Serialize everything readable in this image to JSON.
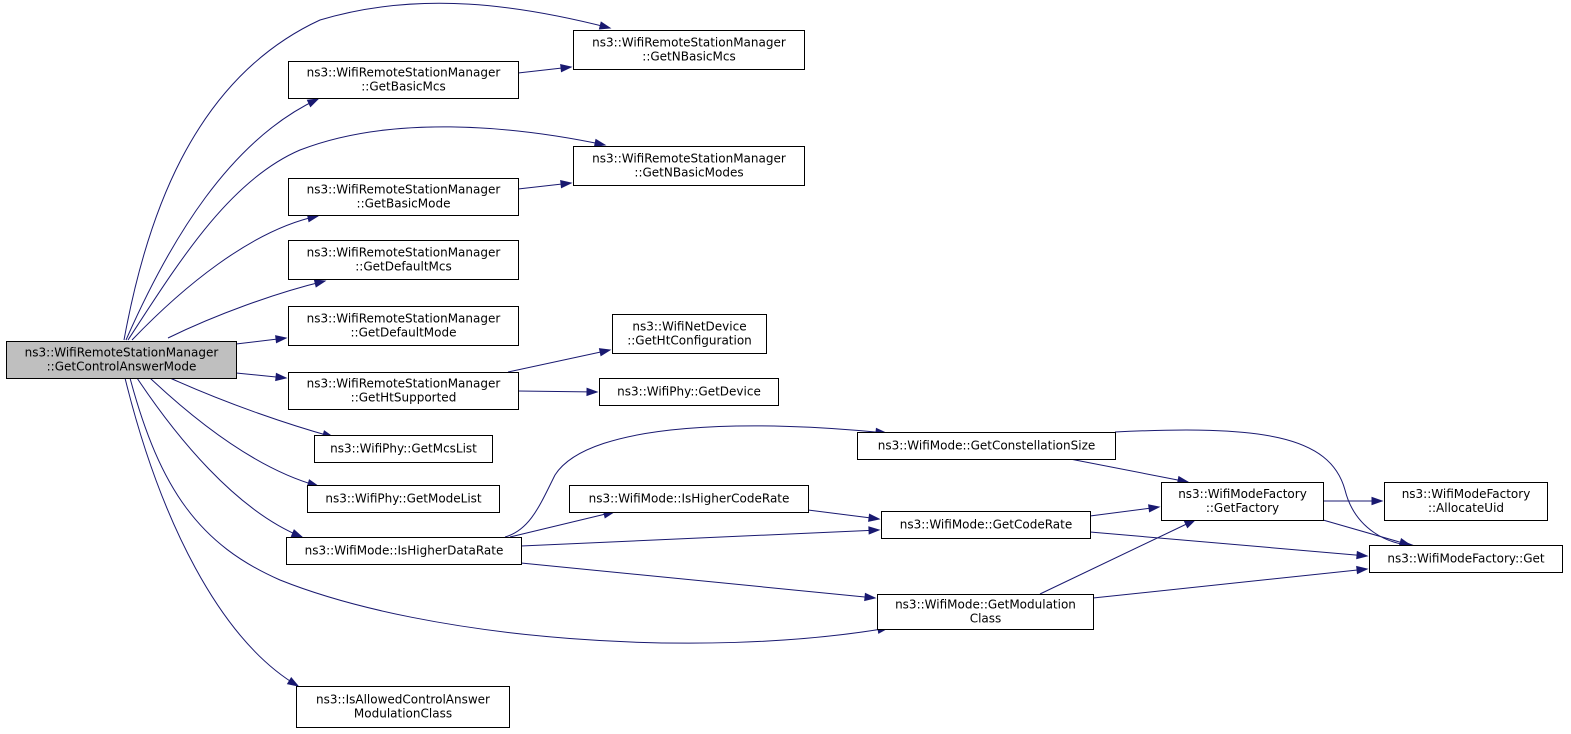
{
  "nodes": {
    "root": [
      "ns3::WifiRemoteStationManager",
      "::GetControlAnswerMode"
    ],
    "get_n_basic_mcs": [
      "ns3::WifiRemoteStationManager",
      "::GetNBasicMcs"
    ],
    "get_basic_mcs": [
      "ns3::WifiRemoteStationManager",
      "::GetBasicMcs"
    ],
    "get_n_basic_modes": [
      "ns3::WifiRemoteStationManager",
      "::GetNBasicModes"
    ],
    "get_basic_mode": [
      "ns3::WifiRemoteStationManager",
      "::GetBasicMode"
    ],
    "get_default_mcs": [
      "ns3::WifiRemoteStationManager",
      "::GetDefaultMcs"
    ],
    "get_default_mode": [
      "ns3::WifiRemoteStationManager",
      "::GetDefaultMode"
    ],
    "get_ht_configuration": [
      "ns3::WifiNetDevice",
      "::GetHtConfiguration"
    ],
    "get_ht_supported": [
      "ns3::WifiRemoteStationManager",
      "::GetHtSupported"
    ],
    "get_device": [
      "ns3::WifiPhy::GetDevice"
    ],
    "get_mcs_list": [
      "ns3::WifiPhy::GetMcsList"
    ],
    "get_mode_list": [
      "ns3::WifiPhy::GetModeList"
    ],
    "get_constellation_size": [
      "ns3::WifiMode::GetConstellationSize"
    ],
    "is_higher_code_rate": [
      "ns3::WifiMode::IsHigherCodeRate"
    ],
    "get_factory": [
      "ns3::WifiModeFactory",
      "::GetFactory"
    ],
    "allocate_uid": [
      "ns3::WifiModeFactory",
      "::AllocateUid"
    ],
    "get_code_rate": [
      "ns3::WifiMode::GetCodeRate"
    ],
    "is_higher_data_rate": [
      "ns3::WifiMode::IsHigherDataRate"
    ],
    "factory_get": [
      "ns3::WifiModeFactory::Get"
    ],
    "get_modulation_class": [
      "ns3::WifiMode::GetModulation",
      "Class"
    ],
    "is_allowed_control_answer": [
      "ns3::IsAllowedControlAnswer",
      "ModulationClass"
    ]
  },
  "colors": {
    "edge": "#191970",
    "root_fill": "#bfbfbf",
    "node_fill": "#ffffff",
    "border": "#000000"
  }
}
